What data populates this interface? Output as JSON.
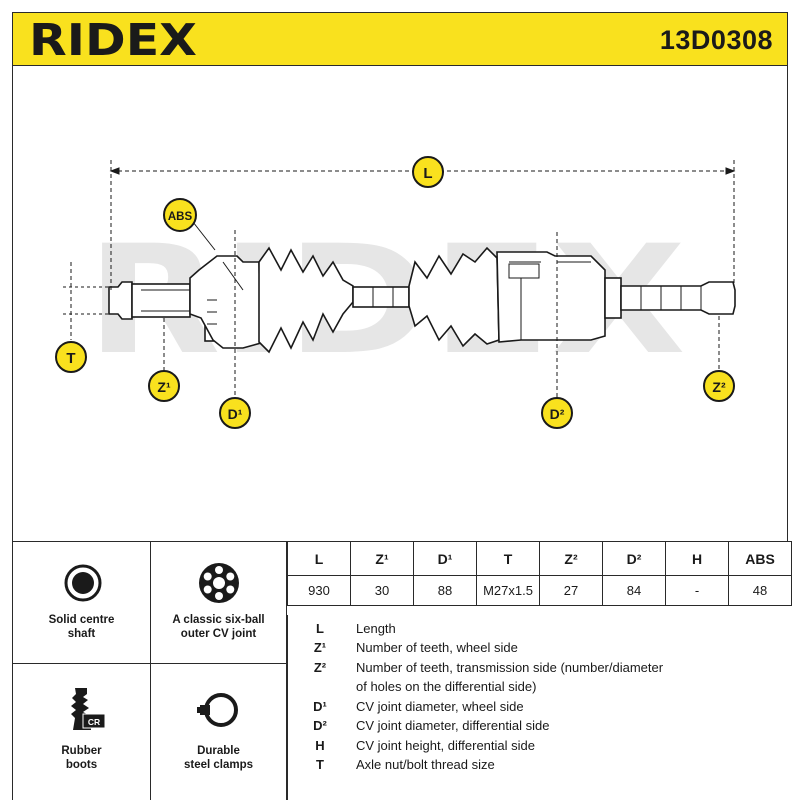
{
  "header": {
    "brand": "RIDEX",
    "part_number": "13D0308",
    "background_color": "#f9e11e"
  },
  "diagram": {
    "length_label": "L",
    "abs_label": "ABS",
    "t_label": "T",
    "z1_label": "Z¹",
    "d1_label": "D¹",
    "d2_label": "D²",
    "z2_label": "Z²",
    "watermark": "RIDEX",
    "badge_color": "#f9e11e"
  },
  "features": [
    {
      "icon": "solid-shaft-icon",
      "label_line1": "Solid centre",
      "label_line2": "shaft"
    },
    {
      "icon": "six-ball-joint-icon",
      "label_line1": "A classic six-ball",
      "label_line2": "outer CV joint"
    },
    {
      "icon": "rubber-boot-icon",
      "icon_text": "CR",
      "label_line1": "Rubber",
      "label_line2": "boots"
    },
    {
      "icon": "steel-clamp-icon",
      "label_line1": "Durable",
      "label_line2": "steel clamps"
    }
  ],
  "specs": {
    "headers": [
      "L",
      "Z¹",
      "D¹",
      "T",
      "Z²",
      "D²",
      "H",
      "ABS"
    ],
    "values": [
      "930",
      "30",
      "88",
      "M27x1.5",
      "27",
      "84",
      "-",
      "48"
    ]
  },
  "legend": [
    {
      "symbol": "L",
      "text": "Length"
    },
    {
      "symbol": "Z¹",
      "text": "Number of teeth, wheel side"
    },
    {
      "symbol": "Z²",
      "text": "Number of teeth, transmission side (number/diameter"
    },
    {
      "symbol": "",
      "text": "of holes on the differential side)"
    },
    {
      "symbol": "D¹",
      "text": "CV joint diameter, wheel side"
    },
    {
      "symbol": "D²",
      "text": "CV joint diameter, differential side"
    },
    {
      "symbol": "H",
      "text": "CV joint height, differential side"
    },
    {
      "symbol": "T",
      "text": "Axle nut/bolt thread size"
    }
  ]
}
